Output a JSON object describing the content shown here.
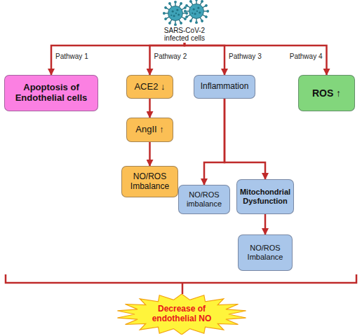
{
  "diagram": {
    "nodes": [
      {
        "text": [
          "SARS-CoV-2 infected cells"
        ]
      },
      {
        "text": [
          "Apoptosis of Endothelial cells"
        ]
      },
      {
        "text": [
          "ACE2 ↓"
        ]
      },
      {
        "text": [
          "AngII ↑"
        ]
      },
      {
        "text": [
          "NO/ROS Imbalance"
        ]
      },
      {
        "text": [
          "Inflammation"
        ]
      },
      {
        "text": [
          "ROS ↑"
        ]
      },
      {
        "text": [
          "NO/ROS imbalance"
        ]
      },
      {
        "text": [
          "Mitochondrial Dysfunction"
        ]
      },
      {
        "text": [
          "NO/ROS Imbalance"
        ]
      },
      {
        "text": [
          "Decrease of endothelial NO"
        ]
      }
    ],
    "edges": [
      {
        "from": 0,
        "to": 1,
        "label": "Pathway 1",
        "arrow": "to"
      },
      {
        "from": 0,
        "to": 2,
        "label": "Pathway 2",
        "arrow": "to"
      },
      {
        "from": 0,
        "to": 5,
        "label": "Pathway 3",
        "arrow": "to"
      },
      {
        "from": 0,
        "to": 6,
        "label": "Pathway 4",
        "arrow": "to"
      },
      {
        "from": 2,
        "to": 3,
        "arrow": "to"
      },
      {
        "from": 3,
        "to": 4,
        "arrow": "to"
      },
      {
        "from": 5,
        "to": 7,
        "arrow": "to"
      },
      {
        "from": 5,
        "to": 8,
        "arrow": "to"
      },
      {
        "from": 8,
        "to": 9,
        "arrow": "to"
      }
    ]
  }
}
